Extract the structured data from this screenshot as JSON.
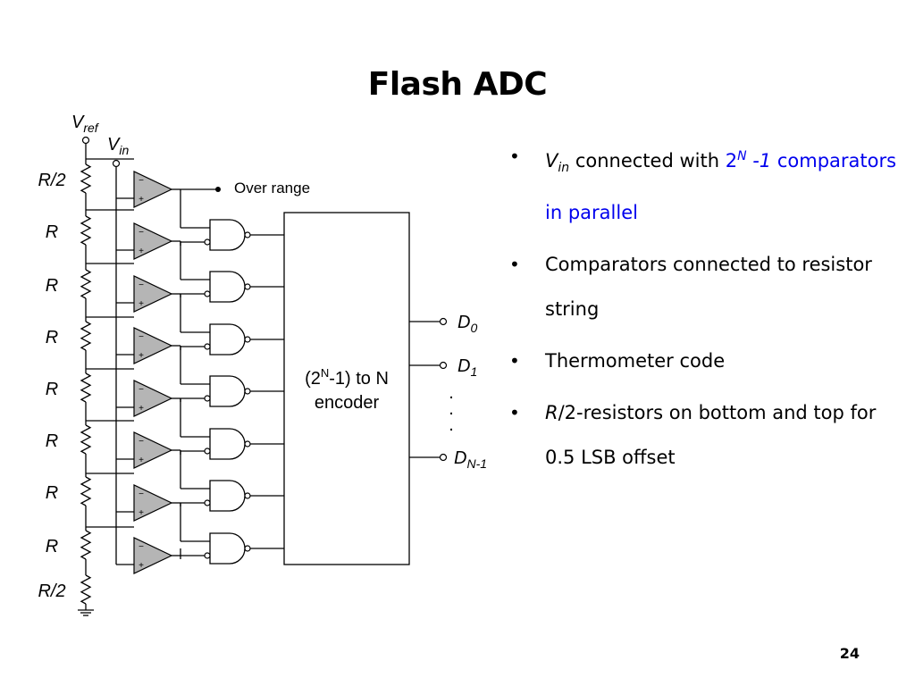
{
  "slide": {
    "title": "Flash ADC",
    "page_number": "24"
  },
  "diagram": {
    "vref_main": "V",
    "vref_sub": "ref",
    "vin_main": "V",
    "vin_sub": "in",
    "resistor_labels": [
      "R/2",
      "R",
      "R",
      "R",
      "R",
      "R",
      "R",
      "R",
      "R/2"
    ],
    "over_range": "Over range",
    "encoder_line1_a": "(2",
    "encoder_line1_sup": "N",
    "encoder_line1_b": "-1) to N",
    "encoder_line2": "encoder",
    "outputs": [
      {
        "main": "D",
        "sub": "0"
      },
      {
        "main": "D",
        "sub": "1"
      },
      {
        "main": "D",
        "sub": "N-1"
      }
    ],
    "dots": ".",
    "minus": "−",
    "plus": "+"
  },
  "bullets": [
    {
      "parts": [
        {
          "text": "V",
          "style": "it"
        },
        {
          "text": "in",
          "style": "sub-it"
        },
        {
          "text": " connected with ",
          "style": ""
        },
        {
          "text": "2",
          "style": "blue"
        },
        {
          "text": "N",
          "style": "blue-sup-it"
        },
        {
          "text": " -1",
          "style": "blue-it"
        },
        {
          "text": " comparators in parallel",
          "style": "blue"
        }
      ]
    },
    {
      "parts": [
        {
          "text": "Comparators connected to resistor string",
          "style": ""
        }
      ]
    },
    {
      "parts": [
        {
          "text": "Thermometer code",
          "style": ""
        }
      ]
    },
    {
      "parts": [
        {
          "text": "R",
          "style": "it"
        },
        {
          "text": "/2-resistors on bottom and top for 0.5 LSB offset",
          "style": ""
        }
      ]
    }
  ],
  "bullet_char": "•"
}
